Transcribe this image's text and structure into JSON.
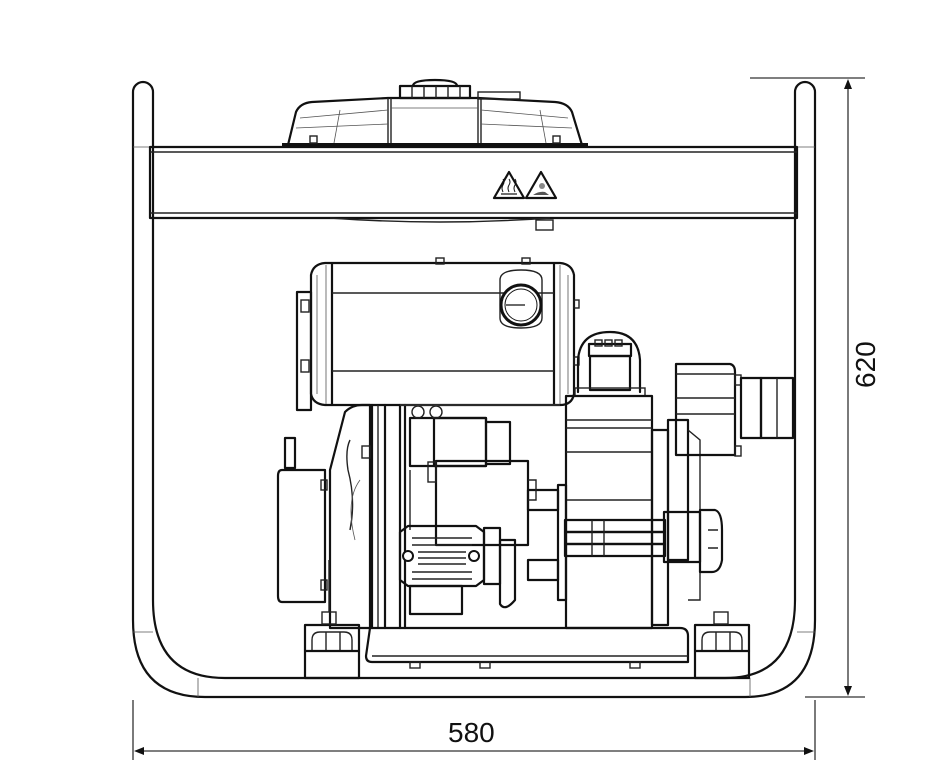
{
  "drawing": {
    "title": "Water pump dimension drawing (front view)",
    "line_color": "#111111",
    "background": "#ffffff"
  },
  "dimensions": {
    "width": {
      "value": "580",
      "orientation": "horizontal"
    },
    "height": {
      "value": "620",
      "orientation": "vertical"
    }
  },
  "warning_labels": [
    {
      "name": "hot-surface-warning",
      "glyph": "hot surface"
    },
    {
      "name": "hand-crush-warning",
      "glyph": "caution"
    }
  ],
  "components": [
    "frame",
    "fuel-tank",
    "fuel-cap",
    "cross-bar",
    "muffler",
    "muffler-cap",
    "air-filter",
    "engine-block",
    "recoil-starter",
    "cylinder-head",
    "pump-housing",
    "outlet-port",
    "drain-knob",
    "shock-mount-left",
    "shock-mount-right",
    "base-plate"
  ]
}
